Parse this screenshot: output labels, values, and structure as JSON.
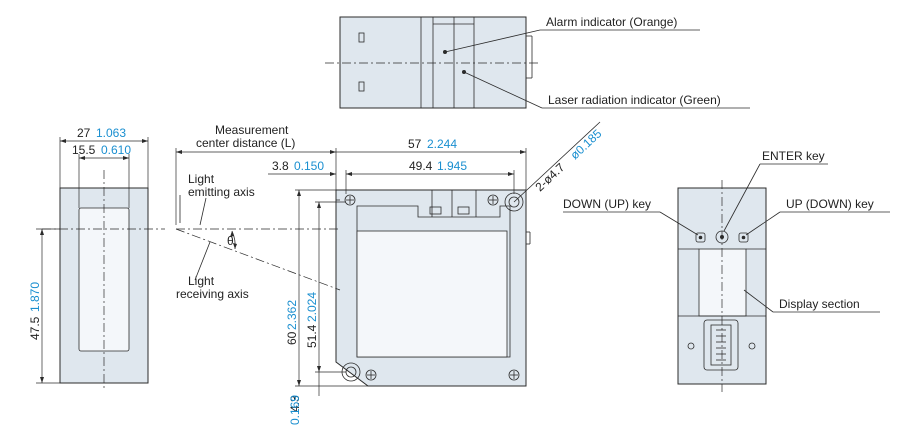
{
  "top_view": {
    "alarm_label": "Alarm indicator (Orange)",
    "laser_label": "Laser radiation indicator (Green)"
  },
  "left_view": {
    "width_mm": "27",
    "width_in": "1.063",
    "inner_mm": "15.5",
    "inner_in": "0.610",
    "height_mm": "47.5",
    "height_in": "1.870"
  },
  "front_view": {
    "measurement_label_1": "Measurement",
    "measurement_label_2": "center distance (L)",
    "width_mm": "57",
    "width_in": "2.244",
    "offset_mm": "3.8",
    "offset_in": "0.150",
    "pitch_mm": "49.4",
    "pitch_in": "1.945",
    "hole_mm": "2-ø4.7",
    "hole_in": "ø0.185",
    "emit_label_1": "Light",
    "emit_label_2": "emitting axis",
    "recv_label_1": "Light",
    "recv_label_2": "receiving axis",
    "theta": "θ",
    "height_mm": "60",
    "height_in": "2.362",
    "vpitch_mm": "51.4",
    "vpitch_in": "2.024",
    "bottom_mm": "4.3",
    "bottom_in": "0.169"
  },
  "right_view": {
    "enter_label": "ENTER key",
    "down_label": "DOWN (UP) key",
    "up_label": "UP (DOWN) key",
    "display_label": "Display section"
  },
  "colors": {
    "body": "#dfe7ee",
    "line": "#2b2b2b",
    "inch_text": "#1a8fd0"
  }
}
